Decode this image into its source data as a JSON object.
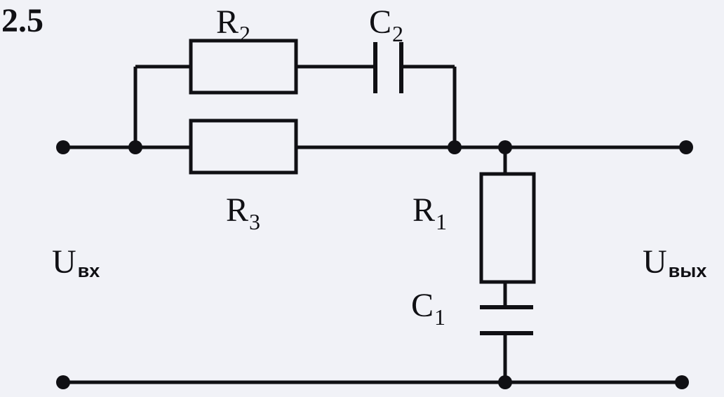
{
  "figure_number": "2.5",
  "labels": {
    "r2": {
      "main": "R",
      "sub": "2"
    },
    "c2": {
      "main": "C",
      "sub": "2"
    },
    "r3": {
      "main": "R",
      "sub": "3"
    },
    "r1": {
      "main": "R",
      "sub": "1"
    },
    "c1": {
      "main": "C",
      "sub": "1"
    },
    "u_in": {
      "main": "U",
      "sub": "вх"
    },
    "u_out": {
      "main": "U",
      "sub": "вых"
    }
  },
  "colors": {
    "ink": "#101014",
    "paper": "#f1f2f7"
  }
}
